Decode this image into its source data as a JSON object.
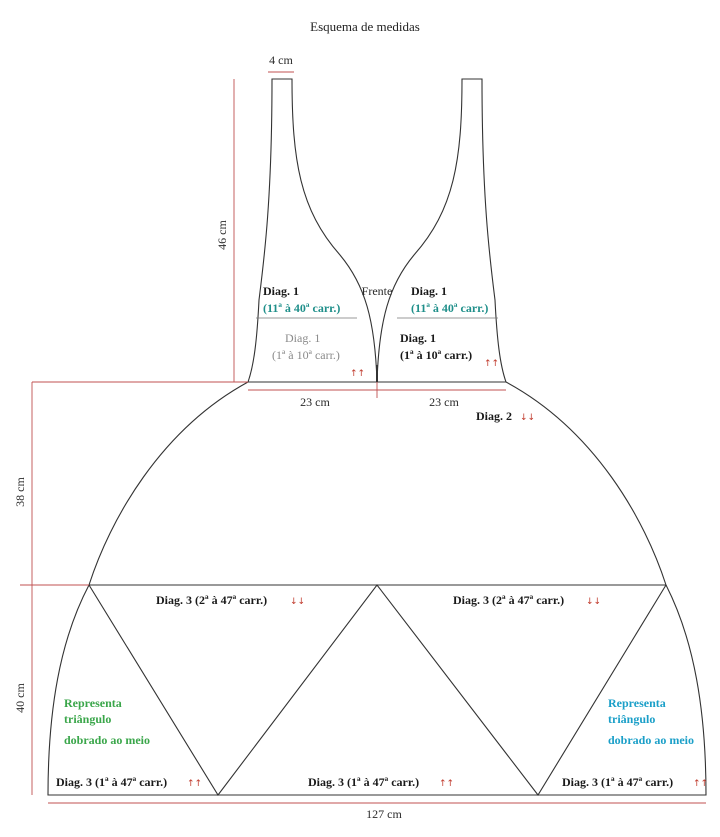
{
  "title": "Esquema de medidas",
  "dimensions": {
    "strap_width": "4 cm",
    "top_height": "46 cm",
    "middle_height": "38 cm",
    "bottom_height": "40 cm",
    "half_width_left": "23 cm",
    "half_width_right": "23 cm",
    "bottom_width": "127 cm"
  },
  "labels": {
    "front": "Frente",
    "diag1_top_left_title": "Diag. 1",
    "diag1_top_left_sub": "(11ª à 40ª carr.)",
    "diag1_top_right_title": "Diag. 1",
    "diag1_top_right_sub": "(11ª à 40ª carr.)",
    "diag1_bottom_left_title": "Diag. 1",
    "diag1_bottom_left_sub": "(1ª à 10ª carr.)",
    "diag1_bottom_right_title": "Diag. 1",
    "diag1_bottom_right_sub": "(1ª à 10ª carr.)",
    "diag2": "Diag. 2",
    "diag3_upper_left": "Diag. 3 (2ª à 47ª carr.)",
    "diag3_upper_right": "Diag. 3 (2ª à 47ª carr.)",
    "diag3_bottom_left": "Diag. 3 (1ª à 47ª carr.)",
    "diag3_bottom_center": "Diag. 3 (1ª à 47ª carr.)",
    "diag3_bottom_right": "Diag. 3 (1ª à 47ª carr.)",
    "note_left_1": "Representa",
    "note_left_2": "triângulo",
    "note_left_3": "dobrado ao meio",
    "note_right_1": "Representa",
    "note_right_2": "triângulo",
    "note_right_3": "dobrado ao meio",
    "arrows_up": "↑↑",
    "arrows_down": "↓↓"
  },
  "colors": {
    "teal": "#1f8f8a",
    "green": "#3aa64a",
    "cyan": "#1a9fc8",
    "arrow_red": "#c0392b",
    "dimension_line": "#c05050"
  }
}
